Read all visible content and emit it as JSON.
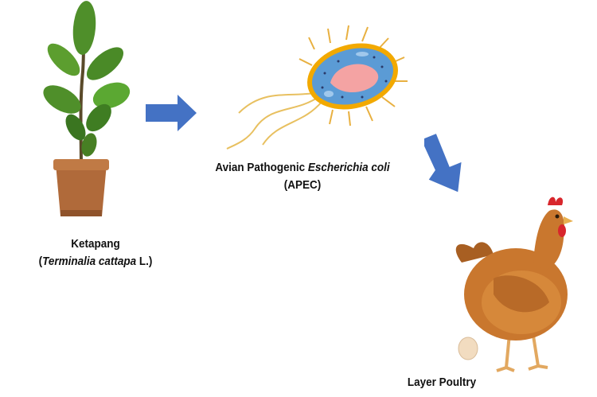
{
  "plant": {
    "name": "Ketapang",
    "paren_open": "(",
    "scientific_italic": "Terminalia cattapa",
    "scientific_suffix": " L.)"
  },
  "bacteria": {
    "line1_prefix": "Avian Pathogenic ",
    "line1_italic": "Escherichia coli",
    "line2": "(APEC)"
  },
  "poultry": {
    "name": "Layer Poultry"
  },
  "colors": {
    "arrow": "#4472c4",
    "leaf": "#4f8f2a",
    "pot": "#b06a3a",
    "bacteria_body": "#5b9bd5",
    "bacteria_outline": "#f2a900",
    "hen": "#c9772e"
  }
}
